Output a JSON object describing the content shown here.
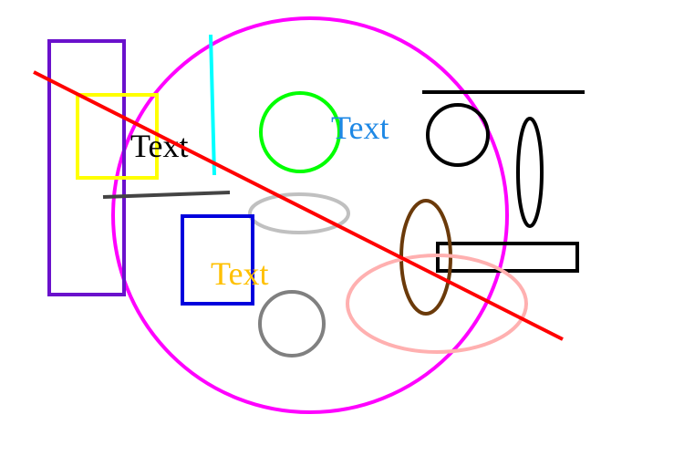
{
  "labels": {
    "black_text": "Text",
    "blue_text": "Text",
    "gold_text": "Text"
  },
  "colors": {
    "background": "#ffffff",
    "magenta": "#ff00ff",
    "purple": "#6a11cc",
    "yellow": "#ffff00",
    "red": "#ff0000",
    "cyan": "#00ffff",
    "green": "#00ff00",
    "dark_gray": "#444444",
    "light_gray": "#c0c0c0",
    "blue": "#0000dd",
    "gold": "#ffc000",
    "gray": "#808080",
    "brown": "#6b3a0a",
    "pink": "#ffb0b0",
    "black": "#000000",
    "text_blue": "#1e88e5"
  }
}
